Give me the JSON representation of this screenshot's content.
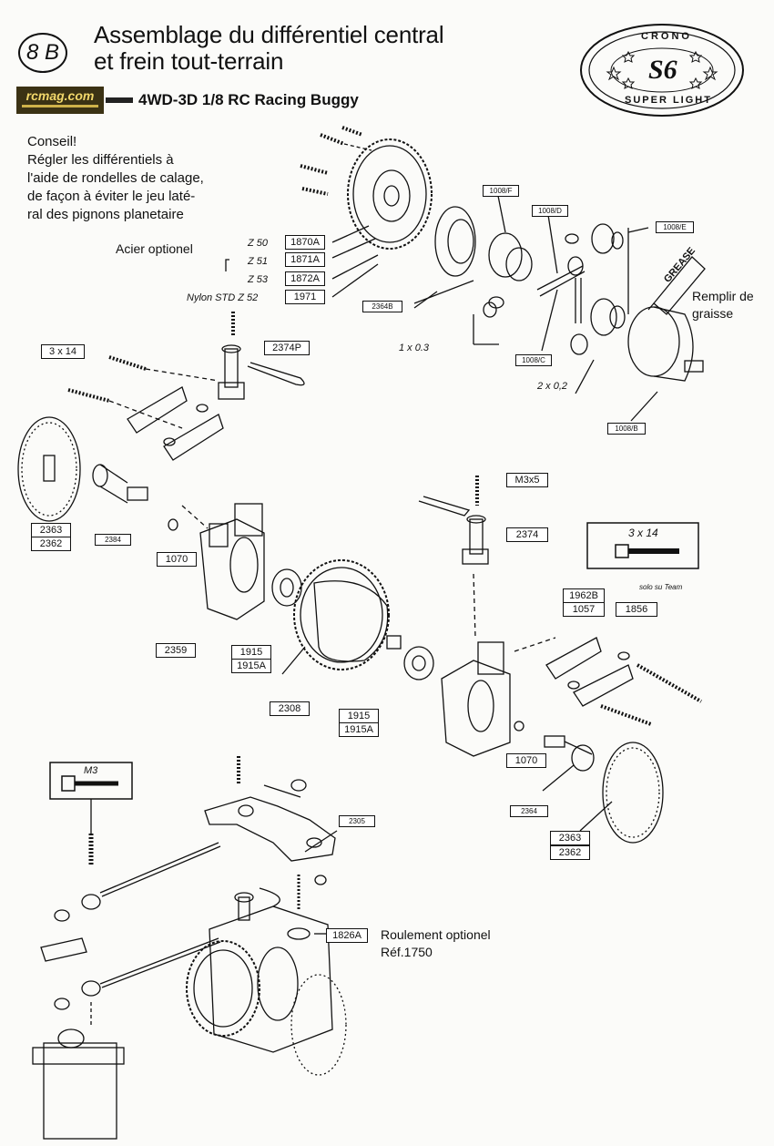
{
  "header": {
    "badge": "8 B",
    "title_line1": "Assemblage du différentiel central",
    "title_line2": "et frein tout-terrain",
    "site_logo": "rcmag.com",
    "model": "4WD-3D 1/8 RC Racing Buggy",
    "brand_top": "CRONO",
    "brand_mid": "S6",
    "brand_bottom": "SUPER LIGHT"
  },
  "tip": {
    "heading": "Conseil!",
    "lines": [
      "Régler les différentiels à",
      "l'aide de rondelles de calage,",
      "de façon à éviter le jeu laté-",
      "ral des pignons planetaire"
    ]
  },
  "notes": {
    "steel_optional": "Acier optionel",
    "fill_grease": "Remplir de",
    "fill_grease2": "graisse",
    "grease_tube": "GREASE",
    "bearing_optional": "Roulement optionel",
    "bearing_ref": "Réf.1750",
    "solo_team": "solo su Team",
    "shim_1": "1 x 0.3",
    "shim_2": "2 x 0,2",
    "screw_3x14_a": "3 x 14",
    "screw_3x14_b": "3 x 14",
    "screw_m3": "M3"
  },
  "gears": [
    {
      "label": "Z 50",
      "part": "1870A"
    },
    {
      "label": "Z 51",
      "part": "1871A"
    },
    {
      "label": "Z 53",
      "part": "1872A"
    },
    {
      "label": "Nylon STD  Z 52",
      "part": "1971"
    }
  ],
  "parts": {
    "p1008F": "1008/F",
    "p1008D": "1008/D",
    "p1008E": "1008/E",
    "p1008C": "1008/C",
    "p1008B": "1008/B",
    "p2364B": "2364B",
    "p2374P": "2374P",
    "p2363a": "2363",
    "p2362a": "2362",
    "p2384": "2384",
    "p1070a": "1070",
    "p2359": "2359",
    "p1915a": "1915",
    "p1915Aa": "1915A",
    "pM3x5": "M3x5",
    "p2374": "2374",
    "p2308": "2308",
    "p1915b": "1915",
    "p1915Ab": "1915A",
    "p1962B": "1962B",
    "p1057": "1057",
    "p1856": "1856",
    "p1070b": "1070",
    "p2364": "2364",
    "p2363b": "2363",
    "p2362b": "2362",
    "p2305": "2305",
    "p1826A": "1826A"
  }
}
